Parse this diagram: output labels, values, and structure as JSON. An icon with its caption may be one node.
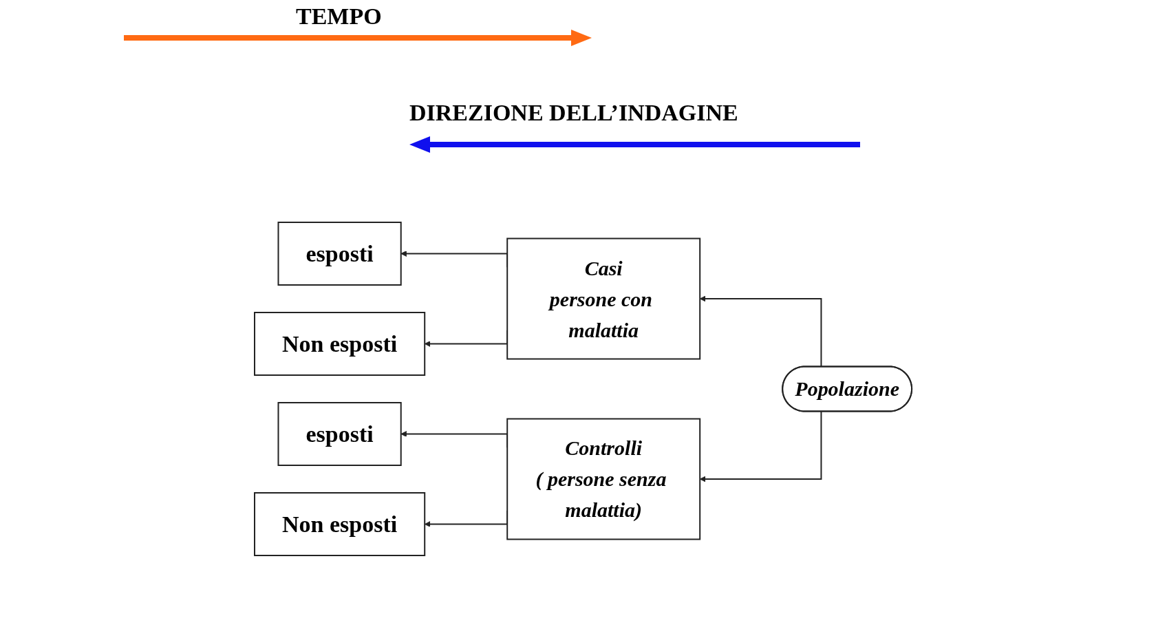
{
  "diagram": {
    "nodes": [
      {
        "text": [
          "esposti"
        ]
      },
      {
        "text": [
          "Non esposti"
        ]
      },
      {
        "text": [
          "esposti"
        ]
      },
      {
        "text": [
          "Non esposti"
        ]
      },
      {
        "text": [
          "Casi",
          "persone con malattia"
        ]
      },
      {
        "text": [
          "Controlli",
          "( persone senza malattia)"
        ]
      },
      {
        "text": [
          "Popolazione"
        ]
      }
    ],
    "edges": [
      {
        "from": 4,
        "to": 0,
        "arrow": "to"
      },
      {
        "from": 4,
        "to": 1,
        "arrow": "to"
      },
      {
        "from": 5,
        "to": 2,
        "arrow": "to"
      },
      {
        "from": 5,
        "to": 3,
        "arrow": "to"
      },
      {
        "from": 6,
        "to": 4,
        "arrow": "to"
      },
      {
        "from": 6,
        "to": 5,
        "arrow": "to"
      }
    ],
    "labels": [
      "TEMPO",
      "DIREZIONE DELL’INDAGINE"
    ]
  }
}
